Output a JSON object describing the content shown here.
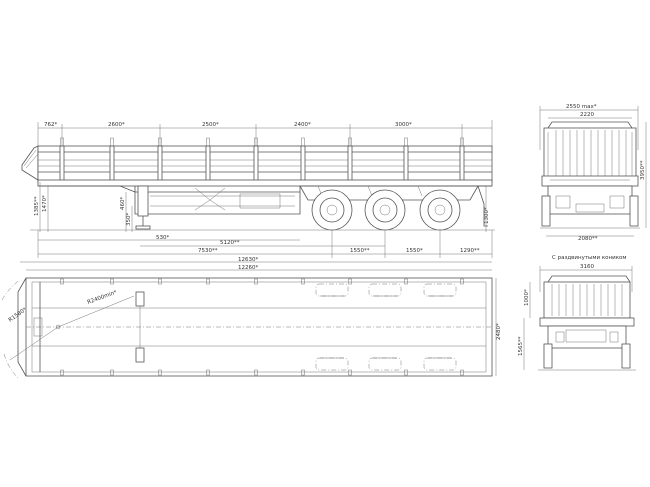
{
  "side_view": {
    "top_dims": [
      "762*",
      "2600*",
      "2500*",
      "2400*",
      "3000*"
    ],
    "left_dims": [
      "1385**",
      "1470*",
      "460*",
      "350*"
    ],
    "bottom_dims": [
      "530*",
      "5120**",
      "7530**",
      "1550**",
      "1550*",
      "1290**"
    ],
    "right_dim": "1300*"
  },
  "rear_view": {
    "width_total": "2550 max*",
    "width_inner": "2220",
    "width_axle": "2080**",
    "height_dim": "3950**"
  },
  "top_view": {
    "length_mid": "12630*",
    "length_total": "12260*",
    "radius_big": "R2400min*",
    "radius_small": "R1580*",
    "width_right": "2480*"
  },
  "front_view": {
    "caption": "С раздвинутыми коником",
    "width": "3160",
    "height_a": "1000*",
    "height_b": "1565**"
  }
}
